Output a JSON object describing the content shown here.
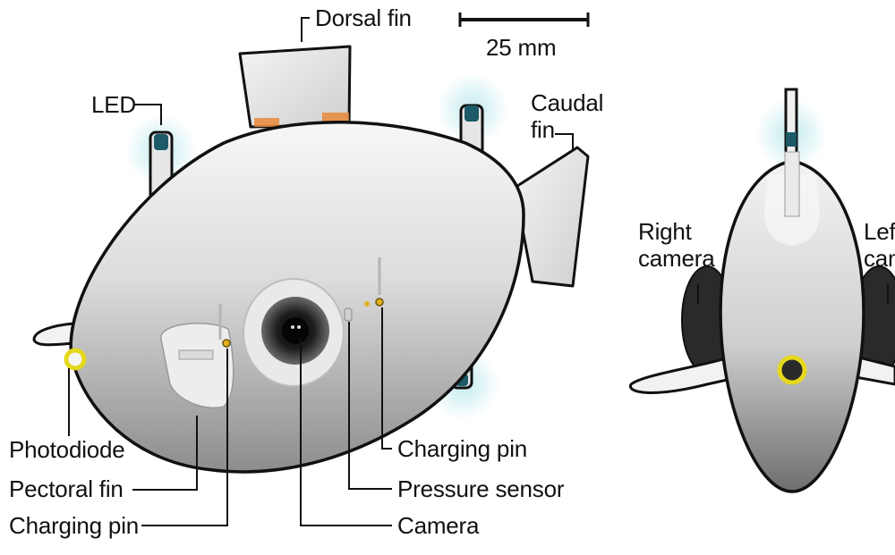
{
  "labels": {
    "dorsal_fin": "Dorsal fin",
    "scale_bar": "25 mm",
    "led": "LED",
    "caudal_fin": "Caudal\nfin",
    "right_camera": "Right\ncamera",
    "left_camera": "Left\ncamera",
    "photodiode": "Photodiode",
    "pectoral_fin": "Pectoral fin",
    "charging_pin_left": "Charging pin",
    "charging_pin_right": "Charging pin",
    "pressure_sensor": "Pressure sensor",
    "camera": "Camera"
  },
  "colors": {
    "body_light": "#f2f2f2",
    "body_shade": "#9b9b9b",
    "outline": "#111111",
    "led_glow": "#bfe9ec",
    "led_core": "#1b5a66",
    "photodiode_ring": "#e5d81c",
    "camera_rubber": "#2a2a2a",
    "strip_orange": "#e8893a"
  }
}
